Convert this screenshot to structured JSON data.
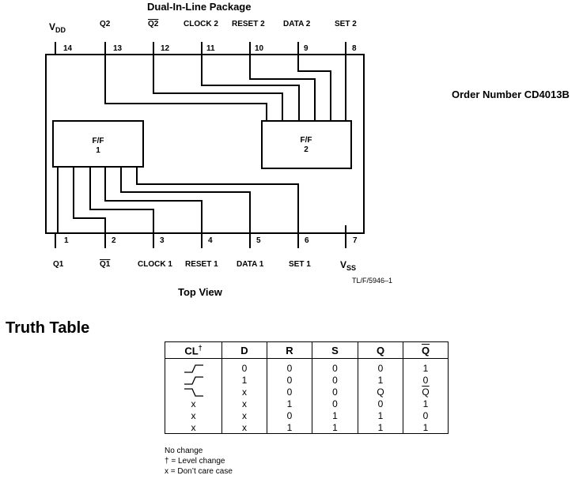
{
  "package": {
    "title": "Dual-In-Line Package",
    "order_number": "Order Number CD4013B",
    "view_label": "Top View",
    "reference": "TL/F/5946–1",
    "top_pins": [
      {
        "num": "14",
        "label": "V",
        "sub": "DD"
      },
      {
        "num": "13",
        "label": "Q2"
      },
      {
        "num": "12",
        "label": "Q2",
        "overline": true
      },
      {
        "num": "11",
        "label": "CLOCK 2"
      },
      {
        "num": "10",
        "label": "RESET 2"
      },
      {
        "num": "9",
        "label": "DATA 2"
      },
      {
        "num": "8",
        "label": "SET 2"
      }
    ],
    "bottom_pins": [
      {
        "num": "1",
        "label": "Q1"
      },
      {
        "num": "2",
        "label": "Q1",
        "overline": true
      },
      {
        "num": "3",
        "label": "CLOCK 1"
      },
      {
        "num": "4",
        "label": "RESET 1"
      },
      {
        "num": "5",
        "label": "DATA 1"
      },
      {
        "num": "6",
        "label": "SET 1"
      },
      {
        "num": "7",
        "label": "V",
        "sub": "SS"
      }
    ],
    "flipflops": [
      {
        "line1": "F/F",
        "line2": "1"
      },
      {
        "line1": "F/F",
        "line2": "2"
      }
    ]
  },
  "truth_table": {
    "title": "Truth Table",
    "headers": [
      "CL",
      "D",
      "R",
      "S",
      "Q",
      "Q"
    ],
    "cl_dagger": "†",
    "rows": [
      {
        "cl": "rising",
        "d": "0",
        "r": "0",
        "s": "0",
        "q": "0",
        "qb": "1"
      },
      {
        "cl": "rising",
        "d": "1",
        "r": "0",
        "s": "0",
        "q": "1",
        "qb": "0"
      },
      {
        "cl": "falling",
        "d": "x",
        "r": "0",
        "s": "0",
        "q": "Q",
        "qb": "Q",
        "qb_overline": true
      },
      {
        "cl": "x",
        "d": "x",
        "r": "1",
        "s": "0",
        "q": "0",
        "qb": "1"
      },
      {
        "cl": "x",
        "d": "x",
        "r": "0",
        "s": "1",
        "q": "1",
        "qb": "0"
      },
      {
        "cl": "x",
        "d": "x",
        "r": "1",
        "s": "1",
        "q": "1",
        "qb": "1"
      }
    ],
    "notes": [
      "No change",
      "† = Level change",
      "x = Don’t care case"
    ]
  }
}
